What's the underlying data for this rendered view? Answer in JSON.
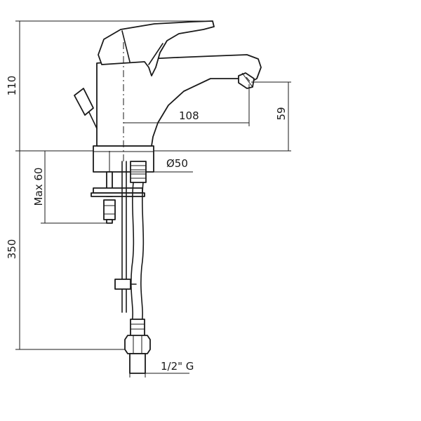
{
  "dimensions": {
    "total_height": "110",
    "spout_reach": "108",
    "spout_height": "59",
    "base_diameter": "Ø50",
    "max_counter_thickness": "Max 60",
    "hose_length": "350",
    "connection_thread": "1/2\" G"
  }
}
